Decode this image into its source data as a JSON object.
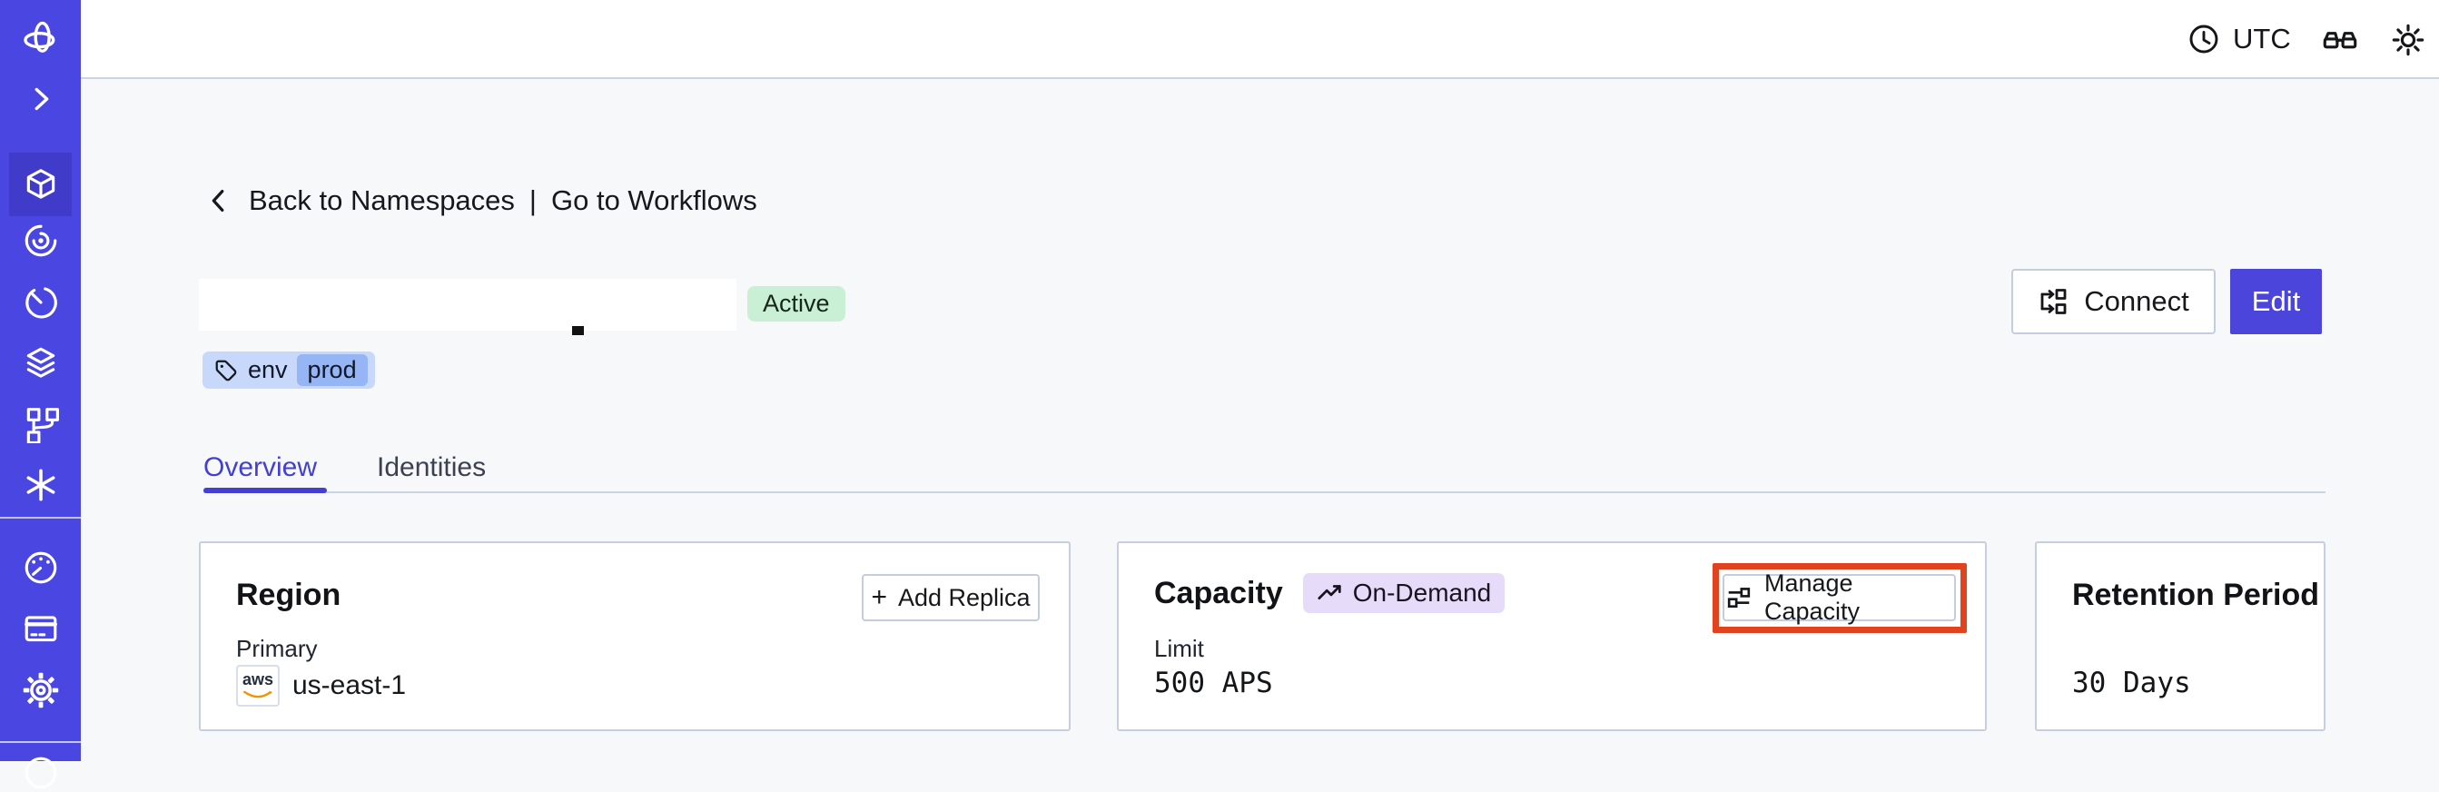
{
  "topbar": {
    "timezone": "UTC"
  },
  "sidebar": {
    "icons": [
      "temporal-logo",
      "expand-chevron",
      "namespaces-cube",
      "workflows-swirl",
      "schedules-timer",
      "deployments-layers",
      "nexus-branch",
      "asterisk",
      "usage-gauge",
      "billing-card",
      "settings-gear",
      "clipped-bottom-circle"
    ],
    "active_item": "namespaces-cube"
  },
  "breadcrumb": {
    "back_label": "Back to Namespaces",
    "separator": "|",
    "workflows_label": "Go to Workflows"
  },
  "namespace": {
    "status_badge": "Active",
    "tag_key": "env",
    "tag_value": "prod"
  },
  "actions": {
    "connect_label": "Connect",
    "edit_label": "Edit"
  },
  "tabs": {
    "overview": "Overview",
    "identities": "Identities"
  },
  "cards": {
    "region": {
      "title": "Region",
      "plus": "+",
      "add_replica_label": "Add Replica",
      "primary_label": "Primary",
      "provider": "aws",
      "region_value": "us-east-1"
    },
    "capacity": {
      "title": "Capacity",
      "mode_badge": "On-Demand",
      "limit_label": "Limit",
      "limit_value": "500 APS",
      "manage_label": "Manage Capacity"
    },
    "retention": {
      "title": "Retention Period",
      "value": "30 Days"
    }
  },
  "colors": {
    "sidebar_bg": "#4A46E1",
    "sidebar_active_bg": "#403CC9",
    "accent_indigo": "#4B45DC",
    "active_badge_bg": "#C9F0D4",
    "tag_bg": "#C7D8FA",
    "tag_value_bg": "#95B5F4",
    "ondemand_badge_bg": "#E6DCF9",
    "annotation_highlight": "#E2431F",
    "page_bg": "#F6F8FA",
    "aws_orange": "#F19500"
  }
}
